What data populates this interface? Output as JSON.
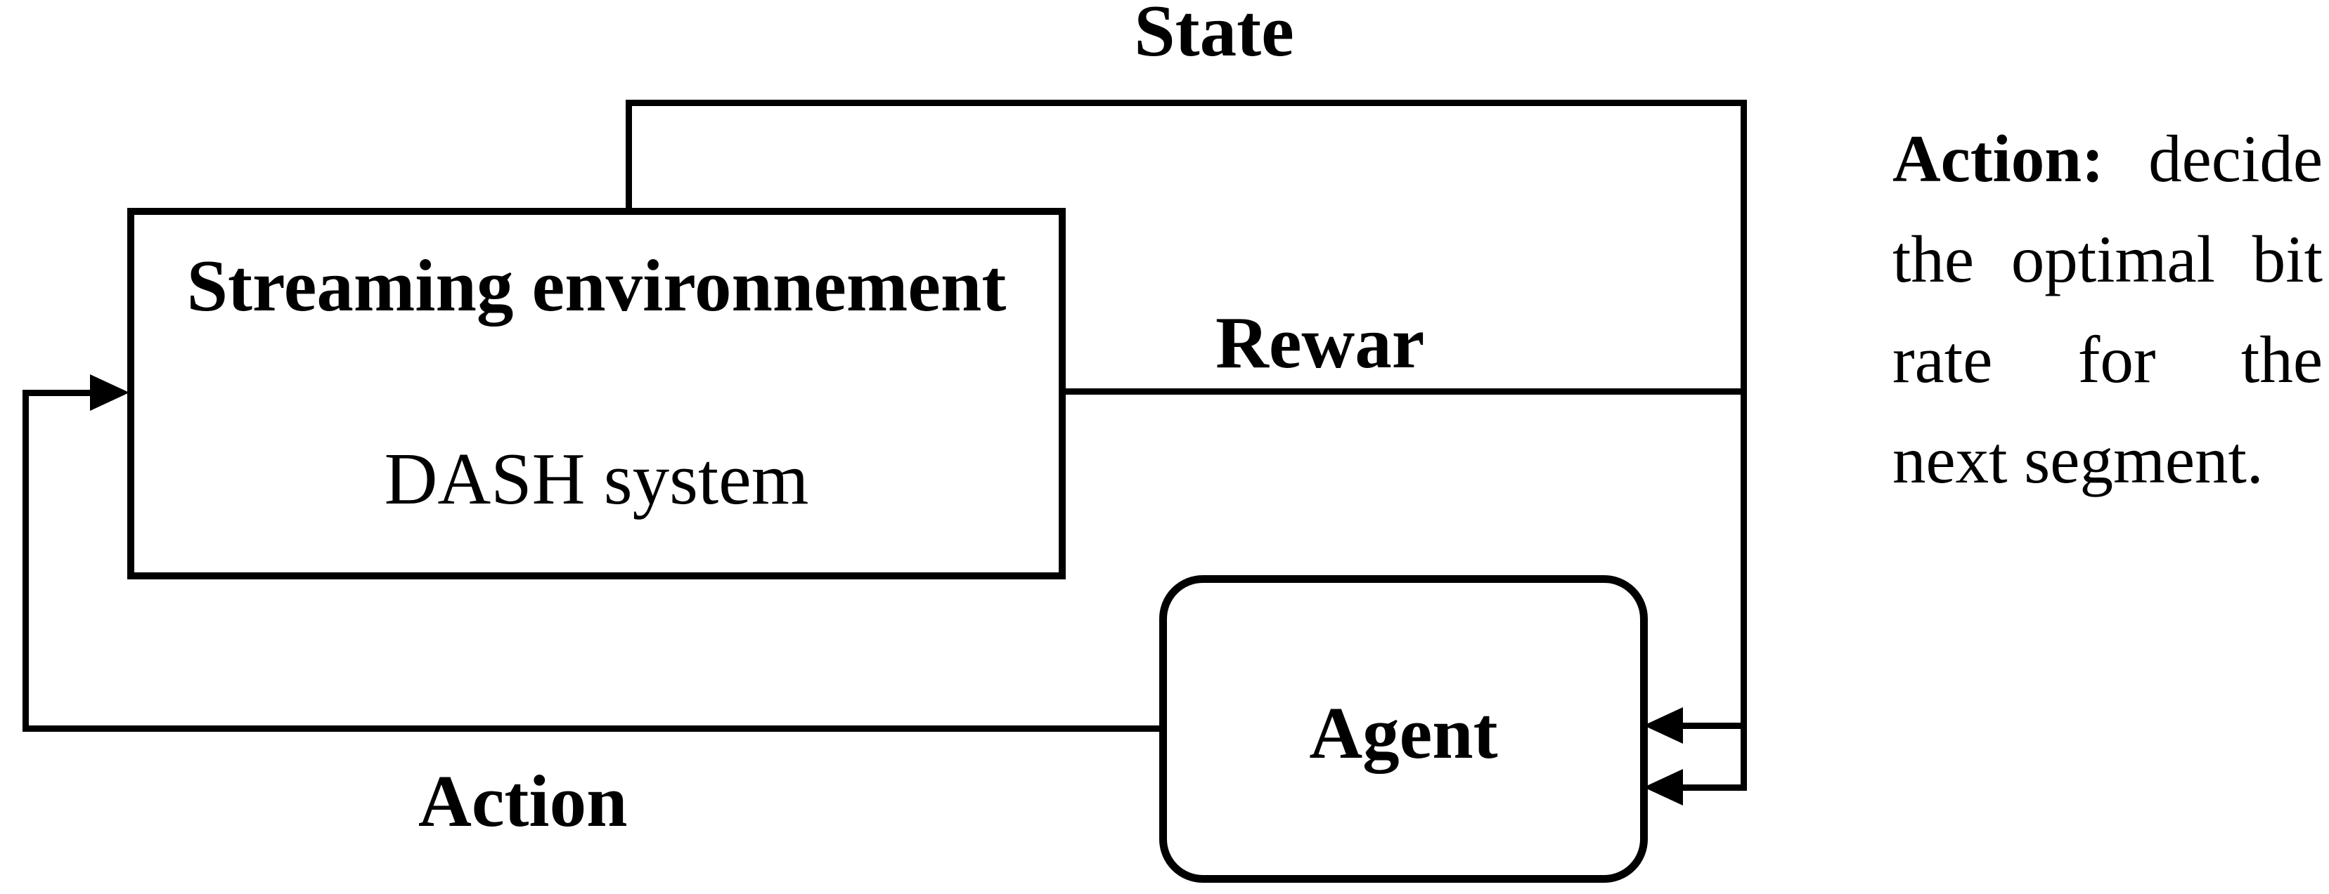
{
  "colors": {
    "background": "#ffffff",
    "ink": "#000000"
  },
  "environment_box": {
    "title": "Streaming environnement",
    "subtitle": "DASH system"
  },
  "agent_box": {
    "label": "Agent"
  },
  "flow_labels": {
    "state": "State",
    "reward": "Rewar",
    "action": "Action"
  },
  "side_note": {
    "line1_bold": "Action:",
    "line1_rest": "decide",
    "line2": "the optimal bit",
    "line3": "rate for the",
    "line4": "next segment."
  }
}
